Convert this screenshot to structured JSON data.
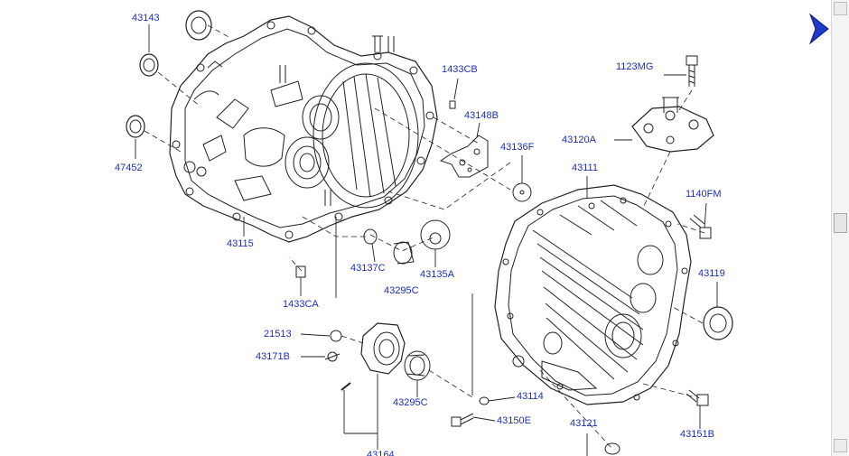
{
  "diagram": {
    "labels": {
      "l43143": "43143",
      "l47452": "47452",
      "l43115": "43115",
      "l1433CB": "1433CB",
      "l43148B": "43148B",
      "l43136F": "43136F",
      "l1123MG": "1123MG",
      "l43120A": "43120A",
      "l43111": "43111",
      "l1140FM": "1140FM",
      "l43119": "43119",
      "l43137C": "43137C",
      "l43135A": "43135A",
      "l43295C_top": "43295C",
      "l1433CA": "1433CA",
      "l21513": "21513",
      "l43171B": "43171B",
      "l43295C_bottom": "43295C",
      "l43114": "43114",
      "l43150E": "43150E",
      "l43121": "43121",
      "l43151B": "43151B",
      "l43164_partial": "43164"
    }
  },
  "colors": {
    "label": "#1f2fb8",
    "line": "#222222",
    "arrow": "#1c39c8"
  },
  "icons": {
    "next": "next-arrow-icon"
  }
}
